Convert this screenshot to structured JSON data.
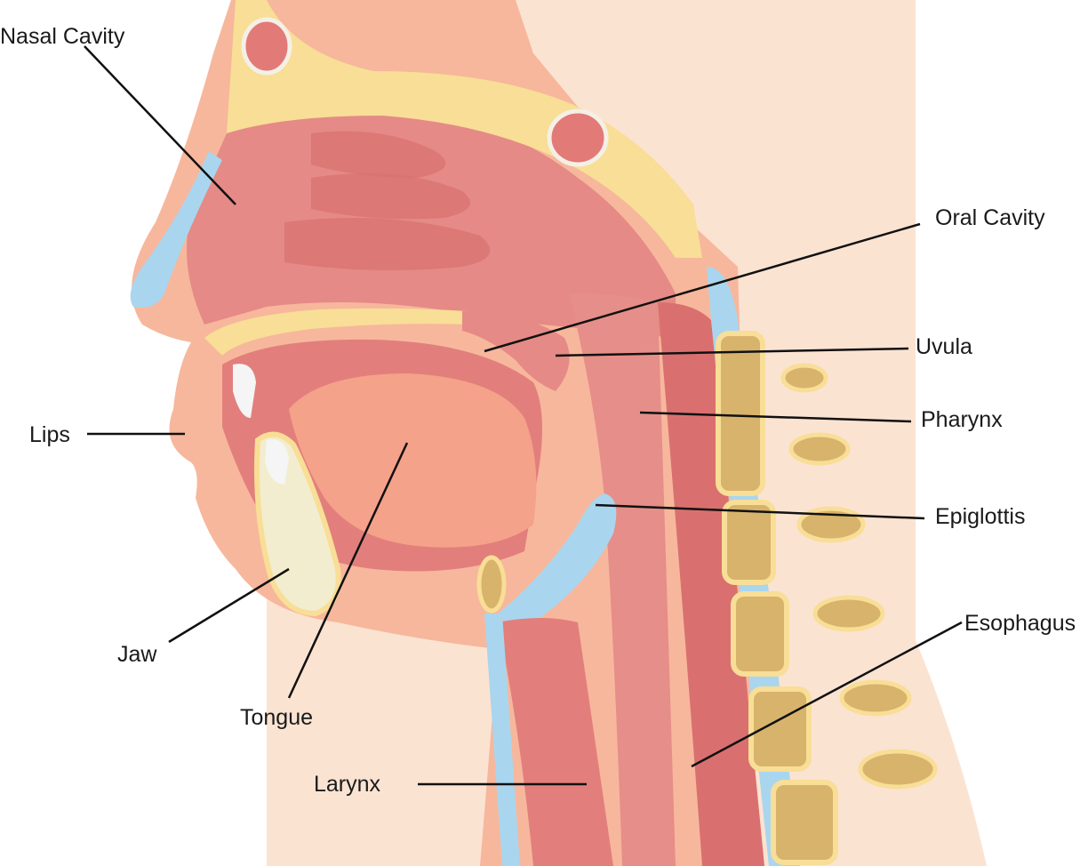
{
  "labels": {
    "nasal_cavity": "Nasal Cavity",
    "oral_cavity": "Oral Cavity",
    "uvula": "Uvula",
    "pharynx": "Pharynx",
    "lips": "Lips",
    "epiglottis": "Epiglottis",
    "esophagus": "Esophagus",
    "jaw": "Jaw",
    "tongue": "Tongue",
    "larynx": "Larynx"
  },
  "colors": {
    "skin": "#f7b79c",
    "background_skin": "#fbe3d2",
    "tissue": "#e58a86",
    "tissue_dark": "#cf6b6b",
    "bone": "#f8de96",
    "bone_inner": "#f3edcf",
    "cartilage": "#a9d6ee",
    "vertebra": "#d8b36b",
    "leader_line": "#111111"
  }
}
